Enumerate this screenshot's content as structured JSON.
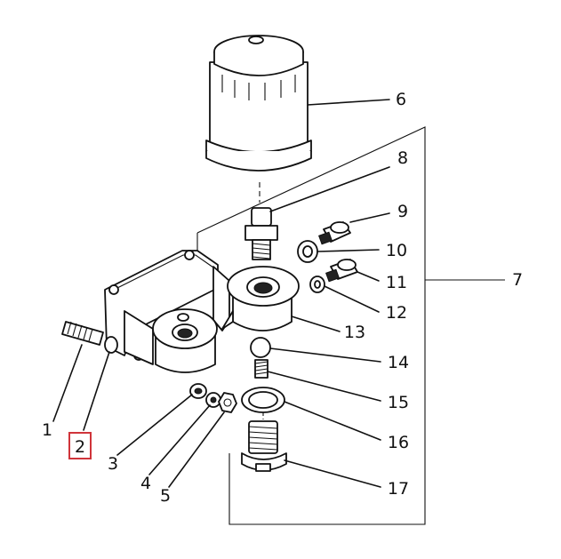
{
  "diagram": {
    "highlight_color": "#d0343a",
    "callouts": [
      {
        "id": "c1",
        "label": "1"
      },
      {
        "id": "c2",
        "label": "2",
        "highlighted": true
      },
      {
        "id": "c3",
        "label": "3"
      },
      {
        "id": "c4",
        "label": "4"
      },
      {
        "id": "c5",
        "label": "5"
      },
      {
        "id": "c6",
        "label": "6"
      },
      {
        "id": "c7",
        "label": "7"
      },
      {
        "id": "c8",
        "label": "8"
      },
      {
        "id": "c9",
        "label": "9"
      },
      {
        "id": "c10",
        "label": "10"
      },
      {
        "id": "c11",
        "label": "11"
      },
      {
        "id": "c12",
        "label": "12"
      },
      {
        "id": "c13",
        "label": "13"
      },
      {
        "id": "c14",
        "label": "14"
      },
      {
        "id": "c15",
        "label": "15"
      },
      {
        "id": "c16",
        "label": "16"
      },
      {
        "id": "c17",
        "label": "17"
      }
    ]
  }
}
